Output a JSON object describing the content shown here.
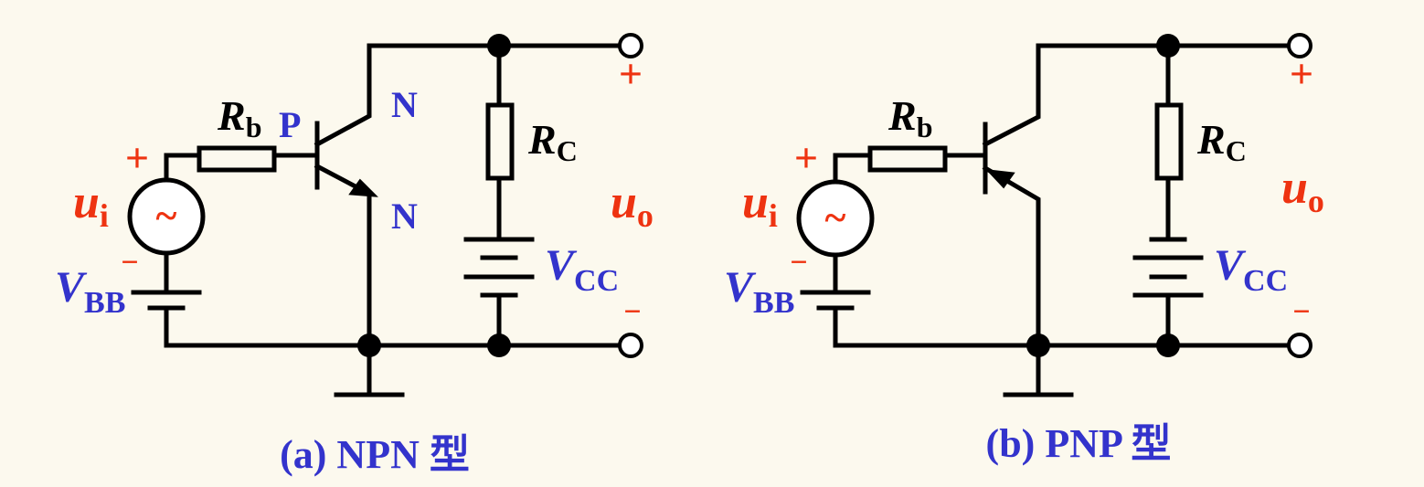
{
  "colors": {
    "background": "#fcf9ee",
    "wire": "#000000",
    "label_blue": "#3333cc",
    "label_red": "#ee3311"
  },
  "circuit_a": {
    "resistor_b": {
      "main": "R",
      "sub": "b"
    },
    "resistor_c": {
      "main": "R",
      "sub": "C"
    },
    "base_region": "P",
    "collector_region": "N",
    "emitter_region": "N",
    "input": {
      "main": "u",
      "sub": "i",
      "plus": "+",
      "minus": "−",
      "symbol": "~"
    },
    "output": {
      "main": "u",
      "sub": "o",
      "plus": "+",
      "minus": "−"
    },
    "supply_bb": {
      "main": "V",
      "sub": "BB"
    },
    "supply_cc": {
      "main": "V",
      "sub": "CC"
    },
    "caption": "(a) NPN 型"
  },
  "circuit_b": {
    "resistor_b": {
      "main": "R",
      "sub": "b"
    },
    "resistor_c": {
      "main": "R",
      "sub": "C"
    },
    "input": {
      "main": "u",
      "sub": "i",
      "plus": "+",
      "minus": "−",
      "symbol": "~"
    },
    "output": {
      "main": "u",
      "sub": "o",
      "plus": "+",
      "minus": "−"
    },
    "supply_bb": {
      "main": "V",
      "sub": "BB"
    },
    "supply_cc": {
      "main": "V",
      "sub": "CC"
    },
    "caption": "(b) PNP 型"
  }
}
